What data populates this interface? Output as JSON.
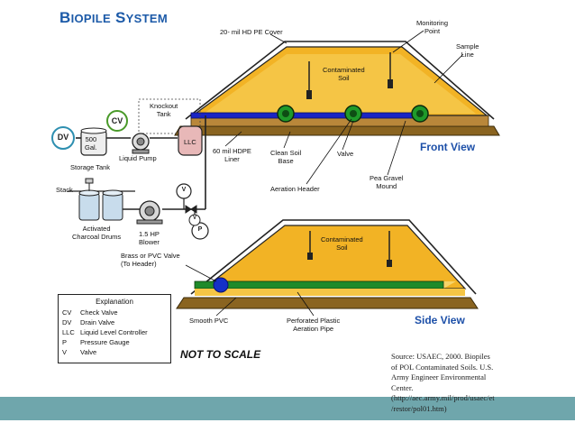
{
  "title": {
    "first_big": "B",
    "first_rest": "IOPILE",
    "second_big": "S",
    "second_rest": "YSTEM"
  },
  "views": {
    "front": "Front View",
    "side": "Side View"
  },
  "not_to_scale": "NOT TO SCALE",
  "instruments": {
    "dv": "DV",
    "cv": "CV",
    "v1": "V",
    "v2": "V",
    "p": "P"
  },
  "labels": {
    "cover": "20- mil HD PE Cover",
    "monitoring": [
      "Monitoring",
      "Point"
    ],
    "sample_line": [
      "Sample",
      "Line"
    ],
    "contaminated_front": [
      "Contaminated",
      "Soil"
    ],
    "contaminated_side": [
      "Contaminated",
      "Soil"
    ],
    "knockout": [
      "Knockout",
      "Tank"
    ],
    "llc": "LLC",
    "tank_volume": [
      "500",
      "Gal."
    ],
    "storage_tank": "Storage Tank",
    "liquid_pump": "Liquid Pump",
    "liner": [
      "60 mil HDPE",
      "Liner"
    ],
    "clean_soil": [
      "Clean Soil",
      "Base"
    ],
    "valve": "Valve",
    "aeration_header": "Aeration Header",
    "pea_gravel": [
      "Pea Gravel",
      "Mound"
    ],
    "stack": "Stack",
    "charcoal": [
      "Activated",
      "Charcoal Drums"
    ],
    "blower": [
      "1.5 HP",
      "Blower"
    ],
    "brass_valve": [
      "Brass or PVC Valve",
      "(To Header)"
    ],
    "smooth_pvc": "Smooth PVC",
    "perforated_pipe": [
      "Perforated Plastic",
      "Aeration Pipe"
    ]
  },
  "explanation": {
    "heading": "Explanation",
    "rows": [
      {
        "abbr": "CV",
        "text": "Check Valve"
      },
      {
        "abbr": "DV",
        "text": "Drain Valve"
      },
      {
        "abbr": "LLC",
        "text": "Liquid Level Controller"
      },
      {
        "abbr": "P",
        "text": "Pressure Gauge"
      },
      {
        "abbr": "V",
        "text": "Valve"
      }
    ]
  },
  "source": [
    "Source: USAEC, 2000. Biopiles",
    "of POL Contaminated Soils. U.S.",
    "Army Engineer Environmental",
    "Center.",
    "(http://aec.army.mil/prod/usaec/et",
    "/restor/pol01.htm)"
  ],
  "colors": {
    "soil": "#f2b325",
    "soil_top": "#f7d46a",
    "base": "#8a6420",
    "header_pipe": "#1a24c4",
    "side_pipe": "#1f8a2a",
    "valve_blue": "#1530c8",
    "band": "#6fa6ac",
    "title": "#1c5aa8"
  },
  "icons": [
    "dv-icon",
    "cv-icon",
    "valve-icon",
    "pressure-gauge-icon",
    "storage-tank-icon",
    "liquid-pump-icon",
    "llc-tank-icon",
    "charcoal-drum-icon",
    "blower-icon",
    "monitoring-probe-icon"
  ]
}
